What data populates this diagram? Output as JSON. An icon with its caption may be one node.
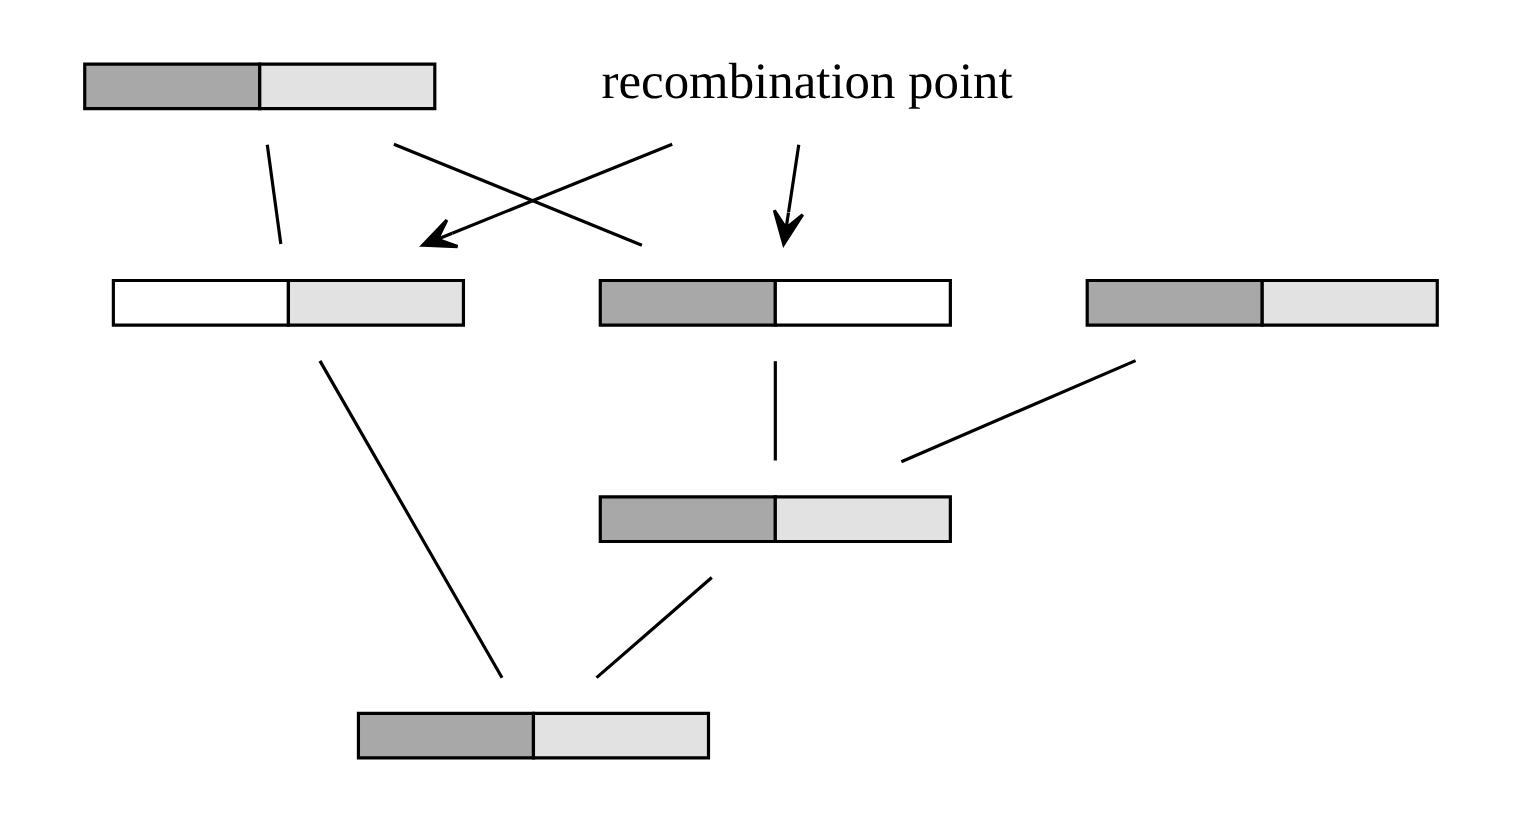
{
  "diagram": {
    "nodes": [
      {
        "text": [],
        "shape": "bar"
      },
      {
        "text": [],
        "shape": "bar"
      },
      {
        "text": [],
        "shape": "bar"
      },
      {
        "text": [],
        "shape": "bar"
      },
      {
        "text": [
          "recombination point"
        ]
      },
      {
        "text": [],
        "shape": "bar"
      },
      {
        "text": [],
        "shape": "bar"
      }
    ],
    "edges": [
      {
        "from": 0,
        "to": 5,
        "arrow": "none"
      },
      {
        "from": 1,
        "to": 2,
        "arrow": "none"
      },
      {
        "from": 1,
        "to": 3,
        "arrow": "none"
      },
      {
        "from": 4,
        "to": 2,
        "arrow": "to"
      },
      {
        "from": 4,
        "to": 3,
        "arrow": "to"
      },
      {
        "from": 2,
        "to": 5,
        "arrow": "none"
      },
      {
        "from": 5,
        "to": 6,
        "arrow": "none"
      },
      {
        "from": 3,
        "to": 6,
        "arrow": "none"
      }
    ]
  }
}
